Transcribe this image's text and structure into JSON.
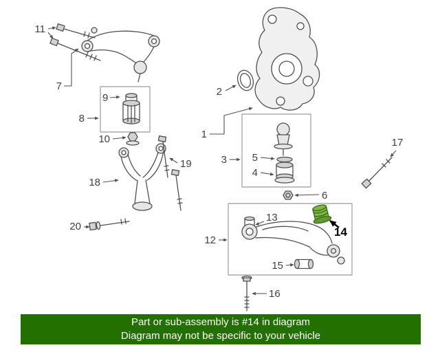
{
  "labels": {
    "n1": "1",
    "n2": "2",
    "n3": "3",
    "n4": "4",
    "n5": "5",
    "n6": "6",
    "n7": "7",
    "n8": "8",
    "n9": "9",
    "n10": "10",
    "n11": "11",
    "n12": "12",
    "n13": "13",
    "n14": "14",
    "n15": "15",
    "n16": "16",
    "n17": "17",
    "n18": "18",
    "n19": "19",
    "n20": "20"
  },
  "highlight": {
    "part_number": "14",
    "color": "#82b841",
    "color_dark": "#639a2d",
    "stroke": "#2f6b14"
  },
  "banner": {
    "line1": "Part or sub-assembly is #14 in diagram",
    "line2": "Diagram may not be specific to your vehicle",
    "bg": "#237000",
    "text_color": "#ffffff"
  }
}
